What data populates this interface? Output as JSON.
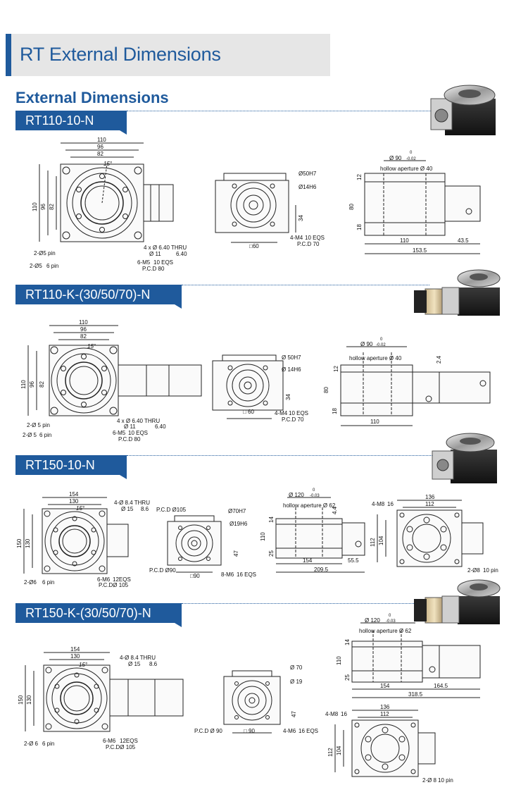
{
  "header": {
    "title": "RT External Dimensions"
  },
  "subtitle": "External Dimensions",
  "sections": [
    {
      "name": "RT110-10-N"
    },
    {
      "name": "RT110-K-(30/50/70)-N"
    },
    {
      "name": "RT150-10-N"
    },
    {
      "name": "RT150-K-(30/50/70)-N"
    }
  ],
  "dims": {
    "s1": {
      "d110": "110",
      "d96": "96",
      "d82": "82",
      "ang": "15°",
      "v110": "110",
      "v96": "96",
      "v82": "82",
      "pin1": "2-Ø5 pin",
      "pin2": "2-Ø5",
      "pin2b": "6 pin",
      "thru": "4 x Ø 6.40 THRU",
      "cb": "Ø 11",
      "cb2": "6.40",
      "m5": "6-M5",
      "m5b": "10 EQS",
      "pcd": "P.C.D 80",
      "o50": "Ø50H7",
      "o14": "Ø14H6",
      "sq": "□60",
      "h34": "34",
      "m4": "4-M4",
      "m4b": "10 EQS",
      "pcd70": "P.C.D 70",
      "o90": "Ø 90",
      "tol0": "0",
      "tolm": "-0.02",
      "hollow": "hollow aperture Ø 40",
      "h12": "12",
      "h80": "80",
      "h18": "18",
      "w110": "110",
      "w43": "43.5",
      "w153": "153.5"
    },
    "s2": {
      "d110": "110",
      "d96": "96",
      "d82": "82",
      "ang": "15°",
      "v110": "110",
      "v96": "96",
      "v82": "82",
      "pin1": "2-Ø 5 pin",
      "pin2": "2-Ø 5",
      "pin2b": "6 pin",
      "thru": "4 x Ø 6.40 THRU",
      "cb": "Ø 11",
      "cb2": "6.40",
      "m5": "6-M5",
      "m5b": "10 EQS",
      "pcd": "P.C.D 80",
      "o50": "Ø 50H7",
      "o14": "Ø 14H6",
      "sq": "□ 60",
      "h34": "34",
      "m4": "4-M4",
      "m4b": "10 EQS",
      "pcd70": "P.C.D 70",
      "o90": "Ø 90",
      "tol0": "0",
      "tolm": "-0.02",
      "hollow": "hollow aperture Ø 40",
      "h12": "12",
      "h80": "80",
      "h18": "18",
      "h24": "2.4",
      "w110": "110"
    },
    "s3": {
      "d154": "154",
      "d130": "130",
      "ang": "15°",
      "v150": "150",
      "v130": "130",
      "thru": "4-Ø 8.4 THRU",
      "cb": "Ø 15",
      "cb2": "8.6",
      "pin": "2-Ø6",
      "pinb": "6 pin",
      "m6": "6-M6",
      "m6b": "12EQS",
      "pcd105": "P.C.DØ 105",
      "pcd105b": "P.C.D Ø105",
      "o70": "Ø70H7",
      "o19": "Ø19H6",
      "h47": "47",
      "pcd90": "P.C.D Ø90",
      "sq90": "□90",
      "m6c": "8-M6",
      "m6cb": "16 EQS",
      "o120": "Ø 120",
      "tol0": "0",
      "tolm": "-0.03",
      "hollow": "hollow aperture Ø 62",
      "h14": "14",
      "h110": "110",
      "h25": "25",
      "h44": "4.4",
      "w154": "154",
      "w55": "55.5",
      "w209": "209.5",
      "t136": "136",
      "t112": "112",
      "m8": "4-M8",
      "m8b": "16",
      "v112": "112",
      "v104": "104",
      "pin10": "2-Ø8",
      "pin10b": "10 pin"
    },
    "s4": {
      "d154": "154",
      "d130": "130",
      "ang": "15°",
      "v150": "150",
      "v130": "130",
      "thru": "4-Ø 8.4 THRU",
      "cb": "Ø 15",
      "cb2": "8.6",
      "pin": "2-Ø 6",
      "pinb": "6 pin",
      "m6": "6-M6",
      "m6b": "12EQS",
      "pcd105": "P.C.DØ 105",
      "o70": "Ø 70",
      "o19": "Ø 19",
      "h47": "47",
      "pcd90": "P.C.D Ø 90",
      "sq90": "□ 90",
      "m6c": "4-M6",
      "m6cb": "16 EQS",
      "o120": "Ø 120",
      "tol0": "0",
      "tolm": "-0.03",
      "hollow": "hollow aperture Ø 62",
      "h14": "14",
      "h110": "110",
      "h25": "25",
      "w154": "154",
      "w164": "164.5",
      "w318": "318.5",
      "t136": "136",
      "t112": "112",
      "m8": "4-M8",
      "m8b": "16",
      "v112": "112",
      "v104": "104",
      "pin10": "2-Ø 8",
      "pin10b": "10 pin"
    }
  }
}
